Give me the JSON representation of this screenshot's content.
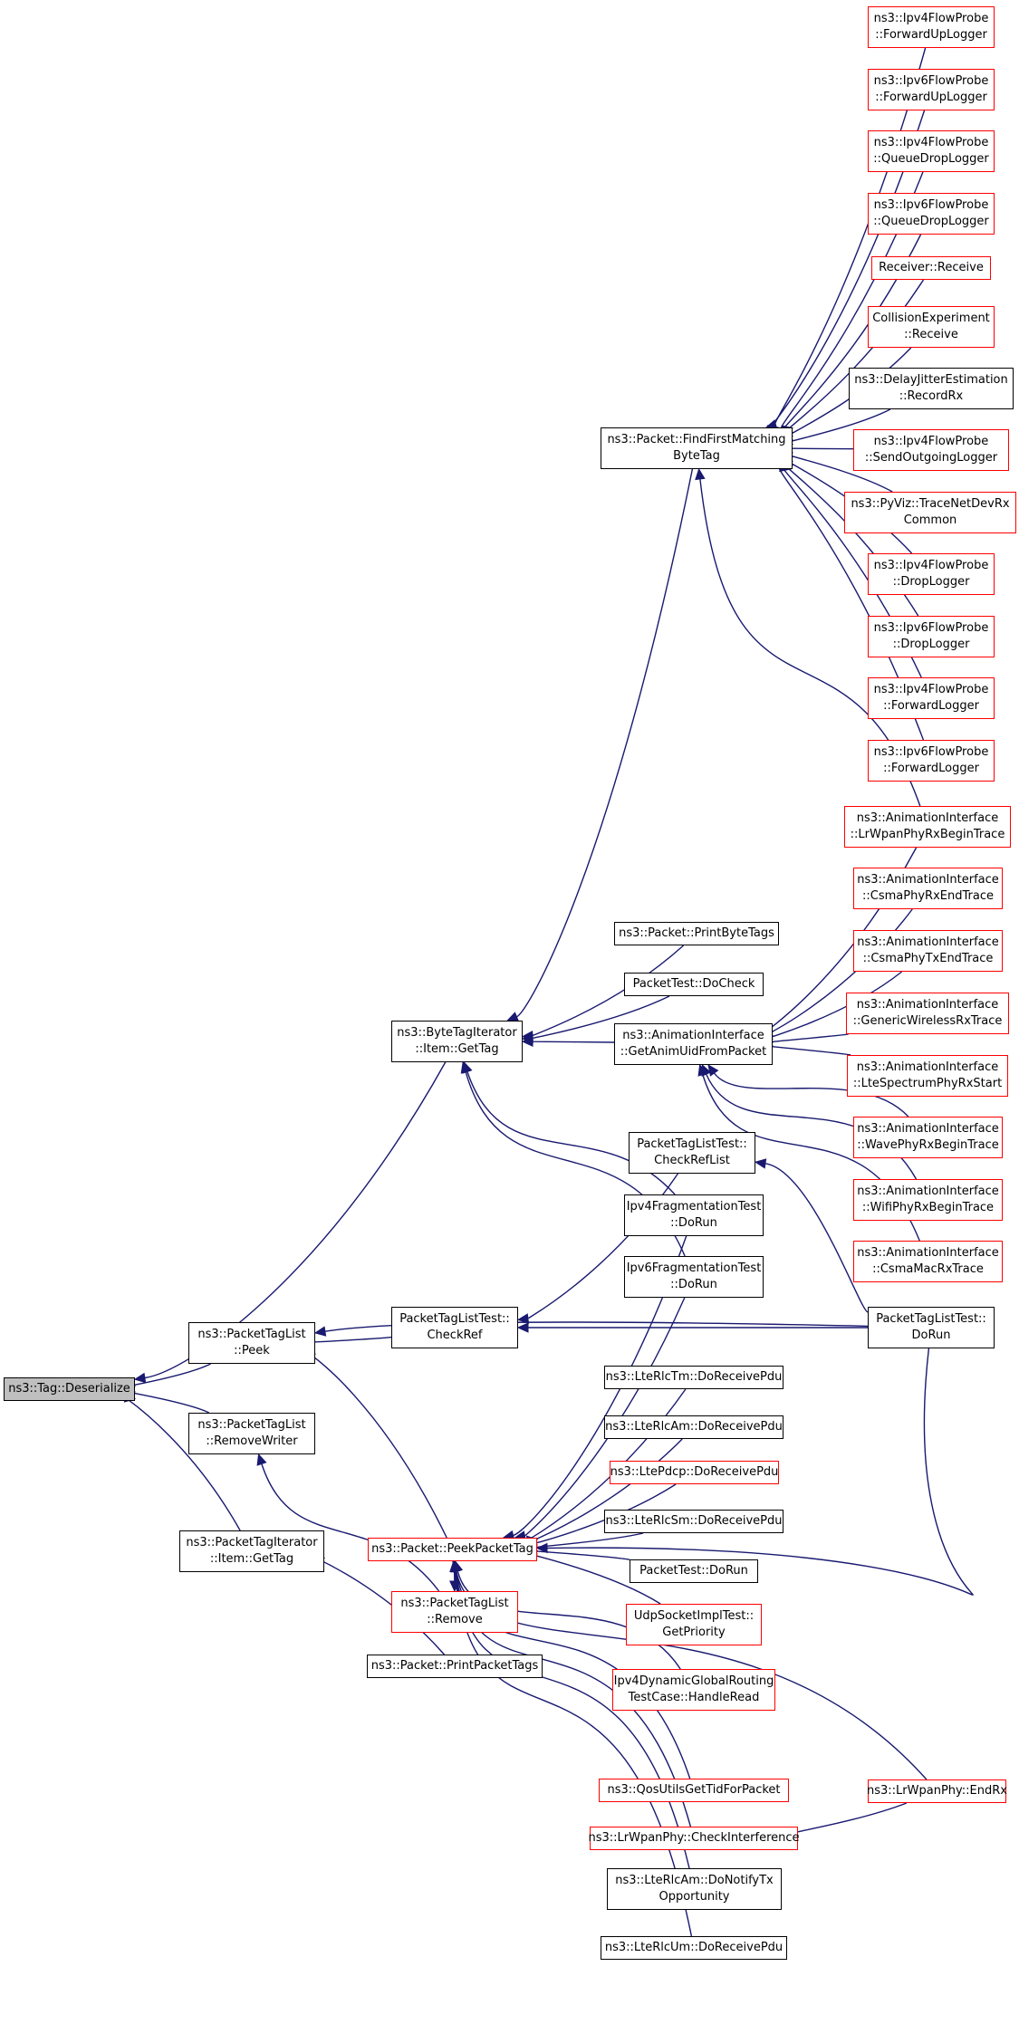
{
  "colors": {
    "edge": "#191970",
    "border": "#000000",
    "border_missing": "#ff0000",
    "root_fill": "#bfbfbf"
  },
  "nodes": {
    "deserialize": {
      "lines": [
        "ns3::Tag::Deserialize"
      ],
      "red": false,
      "root": true
    },
    "ptl_peek": {
      "lines": [
        "ns3::PacketTagList",
        "::Peek"
      ],
      "red": false
    },
    "ptl_removewriter": {
      "lines": [
        "ns3::PacketTagList",
        "::RemoveWriter"
      ],
      "red": false
    },
    "pti_gettag": {
      "lines": [
        "ns3::PacketTagIterator",
        "::Item::GetTag"
      ],
      "red": false
    },
    "bti_gettag": {
      "lines": [
        "ns3::ByteTagIterator",
        "::Item::GetTag"
      ],
      "red": false
    },
    "ptltest_checkref": {
      "lines": [
        "PacketTagListTest::",
        "CheckRef"
      ],
      "red": false
    },
    "p_peekpackettag": {
      "lines": [
        "ns3::Packet::PeekPacketTag"
      ],
      "red": true
    },
    "ptl_remove": {
      "lines": [
        "ns3::PacketTagList",
        "::Remove"
      ],
      "red": true
    },
    "p_printpackettags": {
      "lines": [
        "ns3::Packet::PrintPacketTags"
      ],
      "red": false
    },
    "p_findfirst": {
      "lines": [
        "ns3::Packet::FindFirstMatching",
        "ByteTag"
      ],
      "red": false
    },
    "p_printbytetags": {
      "lines": [
        "ns3::Packet::PrintByteTags"
      ],
      "red": false
    },
    "pt_docheck": {
      "lines": [
        "PacketTest::DoCheck"
      ],
      "red": false
    },
    "ai_getanimuid": {
      "lines": [
        "ns3::AnimationInterface",
        "::GetAnimUidFromPacket"
      ],
      "red": false
    },
    "ptltest_checkreflist": {
      "lines": [
        "PacketTagListTest::",
        "CheckRefList"
      ],
      "red": false
    },
    "ipv4frag_dorun": {
      "lines": [
        "Ipv4FragmentationTest",
        "::DoRun"
      ],
      "red": false
    },
    "ipv6frag_dorun": {
      "lines": [
        "Ipv6FragmentationTest",
        "::DoRun"
      ],
      "red": false
    },
    "rlctm_dorx": {
      "lines": [
        "ns3::LteRlcTm::DoReceivePdu"
      ],
      "red": false
    },
    "rlcam_dorx": {
      "lines": [
        "ns3::LteRlcAm::DoReceivePdu"
      ],
      "red": false
    },
    "pdcp_dorx": {
      "lines": [
        "ns3::LtePdcp::DoReceivePdu"
      ],
      "red": true
    },
    "rlcsm_dorx": {
      "lines": [
        "ns3::LteRlcSm::DoReceivePdu"
      ],
      "red": false
    },
    "pt_dorun": {
      "lines": [
        "PacketTest::DoRun"
      ],
      "red": false
    },
    "udp_getpriority": {
      "lines": [
        "UdpSocketImplTest::",
        "GetPriority"
      ],
      "red": true
    },
    "ipv4dyn_handleread": {
      "lines": [
        "Ipv4DynamicGlobalRouting",
        "TestCase::HandleRead"
      ],
      "red": true
    },
    "qos_gettid": {
      "lines": [
        "ns3::QosUtilsGetTidForPacket"
      ],
      "red": true
    },
    "lrwpan_checkinterf": {
      "lines": [
        "ns3::LrWpanPhy::CheckInterference"
      ],
      "red": true
    },
    "rlcam_donotifytx": {
      "lines": [
        "ns3::LteRlcAm::DoNotifyTx",
        "Opportunity"
      ],
      "red": false
    },
    "rlcum_dorx": {
      "lines": [
        "ns3::LteRlcUm::DoReceivePdu"
      ],
      "red": false
    },
    "lrwpan_endrx": {
      "lines": [
        "ns3::LrWpanPhy::EndRx"
      ],
      "red": true
    },
    "ptltest_dorun": {
      "lines": [
        "PacketTagListTest::",
        "DoRun"
      ],
      "red": false
    },
    "ipv4fp_fwdup": {
      "lines": [
        "ns3::Ipv4FlowProbe",
        "::ForwardUpLogger"
      ],
      "red": true
    },
    "ipv6fp_fwdup": {
      "lines": [
        "ns3::Ipv6FlowProbe",
        "::ForwardUpLogger"
      ],
      "red": true
    },
    "ipv4fp_qdrop": {
      "lines": [
        "ns3::Ipv4FlowProbe",
        "::QueueDropLogger"
      ],
      "red": true
    },
    "ipv6fp_qdrop": {
      "lines": [
        "ns3::Ipv6FlowProbe",
        "::QueueDropLogger"
      ],
      "red": true
    },
    "receiver_receive": {
      "lines": [
        "Receiver::Receive"
      ],
      "red": true
    },
    "collision_receive": {
      "lines": [
        "CollisionExperiment",
        "::Receive"
      ],
      "red": true
    },
    "delayjitter_recordrx": {
      "lines": [
        "ns3::DelayJitterEstimation",
        "::RecordRx"
      ],
      "red": false
    },
    "ipv4fp_sendout": {
      "lines": [
        "ns3::Ipv4FlowProbe",
        "::SendOutgoingLogger"
      ],
      "red": true
    },
    "pyviz_tracenetdevrx": {
      "lines": [
        "ns3::PyViz::TraceNetDevRx",
        "Common"
      ],
      "red": true
    },
    "ipv4fp_drop": {
      "lines": [
        "ns3::Ipv4FlowProbe",
        "::DropLogger"
      ],
      "red": true
    },
    "ipv6fp_drop": {
      "lines": [
        "ns3::Ipv6FlowProbe",
        "::DropLogger"
      ],
      "red": true
    },
    "ipv4fp_fwd": {
      "lines": [
        "ns3::Ipv4FlowProbe",
        "::ForwardLogger"
      ],
      "red": true
    },
    "ipv6fp_fwd": {
      "lines": [
        "ns3::Ipv6FlowProbe",
        "::ForwardLogger"
      ],
      "red": true
    },
    "ai_lrwpanrxbegin": {
      "lines": [
        "ns3::AnimationInterface",
        "::LrWpanPhyRxBeginTrace"
      ],
      "red": true
    },
    "ai_csmarxend": {
      "lines": [
        "ns3::AnimationInterface",
        "::CsmaPhyRxEndTrace"
      ],
      "red": true
    },
    "ai_csmatxend": {
      "lines": [
        "ns3::AnimationInterface",
        "::CsmaPhyTxEndTrace"
      ],
      "red": true
    },
    "ai_genwirelessrx": {
      "lines": [
        "ns3::AnimationInterface",
        "::GenericWirelessRxTrace"
      ],
      "red": true
    },
    "ai_ltespectrumrx": {
      "lines": [
        "ns3::AnimationInterface",
        "::LteSpectrumPhyRxStart"
      ],
      "red": true
    },
    "ai_waverxbegin": {
      "lines": [
        "ns3::AnimationInterface",
        "::WavePhyRxBeginTrace"
      ],
      "red": true
    },
    "ai_wifirxbegin": {
      "lines": [
        "ns3::AnimationInterface",
        "::WifiPhyRxBeginTrace"
      ],
      "red": true
    },
    "ai_csmamacrx": {
      "lines": [
        "ns3::AnimationInterface",
        "::CsmaMacRxTrace"
      ],
      "red": true
    }
  },
  "edges": [
    [
      "ptl_peek",
      "deserialize"
    ],
    [
      "ptl_removewriter",
      "deserialize"
    ],
    [
      "pti_gettag",
      "deserialize"
    ],
    [
      "bti_gettag",
      "deserialize"
    ],
    [
      "ptltest_checkref",
      "ptl_peek"
    ],
    [
      "p_peekpackettag",
      "ptl_peek"
    ],
    [
      "ptltest_dorun",
      "ptl_peek"
    ],
    [
      "ptl_remove",
      "ptl_removewriter"
    ],
    [
      "p_printpackettags",
      "pti_gettag"
    ],
    [
      "p_findfirst",
      "bti_gettag"
    ],
    [
      "p_printbytetags",
      "bti_gettag"
    ],
    [
      "pt_docheck",
      "bti_gettag"
    ],
    [
      "ai_getanimuid",
      "bti_gettag"
    ],
    [
      "ipv4frag_dorun",
      "bti_gettag"
    ],
    [
      "ipv6frag_dorun",
      "bti_gettag"
    ],
    [
      "ptltest_checkreflist",
      "ptltest_checkref"
    ],
    [
      "ptltest_dorun",
      "ptltest_checkref"
    ],
    [
      "ptltest_dorun",
      "ptltest_checkreflist"
    ],
    [
      "ipv4frag_dorun",
      "p_peekpackettag"
    ],
    [
      "ipv6frag_dorun",
      "p_peekpackettag"
    ],
    [
      "rlctm_dorx",
      "p_peekpackettag"
    ],
    [
      "rlcam_dorx",
      "p_peekpackettag"
    ],
    [
      "pdcp_dorx",
      "p_peekpackettag"
    ],
    [
      "rlcsm_dorx",
      "p_peekpackettag"
    ],
    [
      "pt_dorun",
      "p_peekpackettag"
    ],
    [
      "udp_getpriority",
      "p_peekpackettag"
    ],
    [
      "ipv4dyn_handleread",
      "p_peekpackettag"
    ],
    [
      "qos_gettid",
      "p_peekpackettag"
    ],
    [
      "lrwpan_checkinterf",
      "p_peekpackettag"
    ],
    [
      "rlcam_donotifytx",
      "p_peekpackettag"
    ],
    [
      "rlcum_dorx",
      "p_peekpackettag"
    ],
    [
      "lrwpan_endrx",
      "p_peekpackettag"
    ],
    [
      "ptltest_dorun",
      "p_peekpackettag"
    ],
    [
      "lrwpan_endrx",
      "lrwpan_checkinterf"
    ],
    [
      "p_peekpackettag",
      "ptl_remove"
    ],
    [
      "ipv4fp_fwdup",
      "p_findfirst"
    ],
    [
      "ipv6fp_fwdup",
      "p_findfirst"
    ],
    [
      "ipv4fp_qdrop",
      "p_findfirst"
    ],
    [
      "ipv6fp_qdrop",
      "p_findfirst"
    ],
    [
      "receiver_receive",
      "p_findfirst"
    ],
    [
      "collision_receive",
      "p_findfirst"
    ],
    [
      "delayjitter_recordrx",
      "p_findfirst"
    ],
    [
      "ipv4fp_sendout",
      "p_findfirst"
    ],
    [
      "pyviz_tracenetdevrx",
      "p_findfirst"
    ],
    [
      "ipv4fp_drop",
      "p_findfirst"
    ],
    [
      "ipv6fp_drop",
      "p_findfirst"
    ],
    [
      "ipv4fp_fwd",
      "p_findfirst"
    ],
    [
      "ipv6fp_fwd",
      "p_findfirst"
    ],
    [
      "ai_lrwpanrxbegin",
      "p_findfirst"
    ],
    [
      "ai_lrwpanrxbegin",
      "ai_getanimuid"
    ],
    [
      "ai_csmarxend",
      "ai_getanimuid"
    ],
    [
      "ai_csmatxend",
      "ai_getanimuid"
    ],
    [
      "ai_genwirelessrx",
      "ai_getanimuid"
    ],
    [
      "ai_ltespectrumrx",
      "ai_getanimuid"
    ],
    [
      "ai_waverxbegin",
      "ai_getanimuid"
    ],
    [
      "ai_wifirxbegin",
      "ai_getanimuid"
    ],
    [
      "ai_csmamacrx",
      "ai_getanimuid"
    ]
  ]
}
